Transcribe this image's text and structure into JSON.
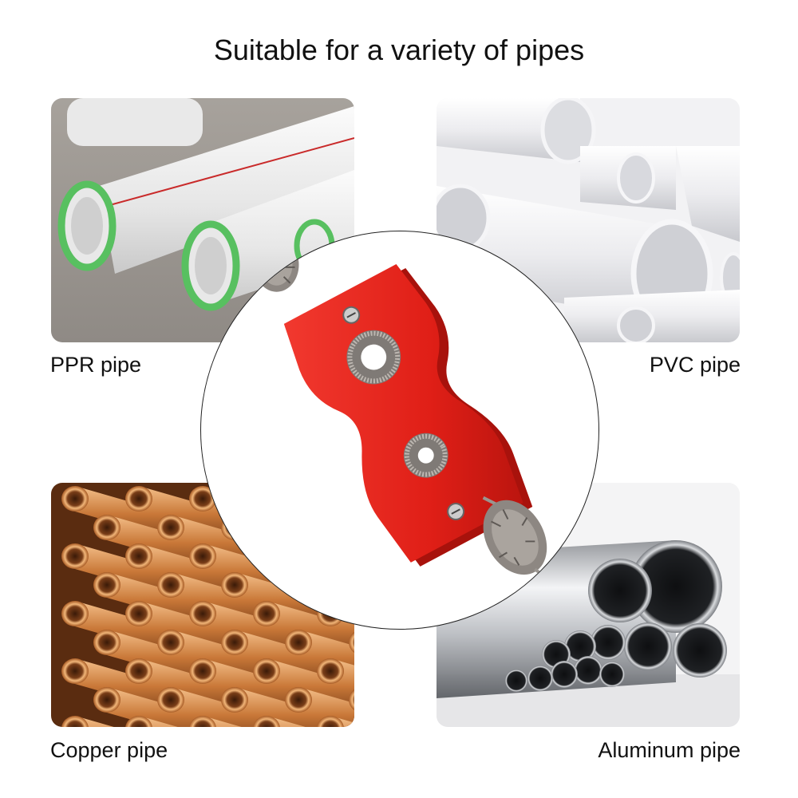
{
  "headline": "Suitable for a variety of pipes",
  "tiles": [
    {
      "label": "PPR pipe",
      "icon": "ppr-pipe-photo"
    },
    {
      "label": "PVC pipe",
      "icon": "pvc-pipe-photo"
    },
    {
      "label": "Copper pipe",
      "icon": "copper-pipe-photo"
    },
    {
      "label": "Aluminum pipe",
      "icon": "aluminum-pipe-photo"
    }
  ],
  "product": {
    "icon": "pipe-reamer-tool-photo",
    "color": "#e8201c"
  }
}
